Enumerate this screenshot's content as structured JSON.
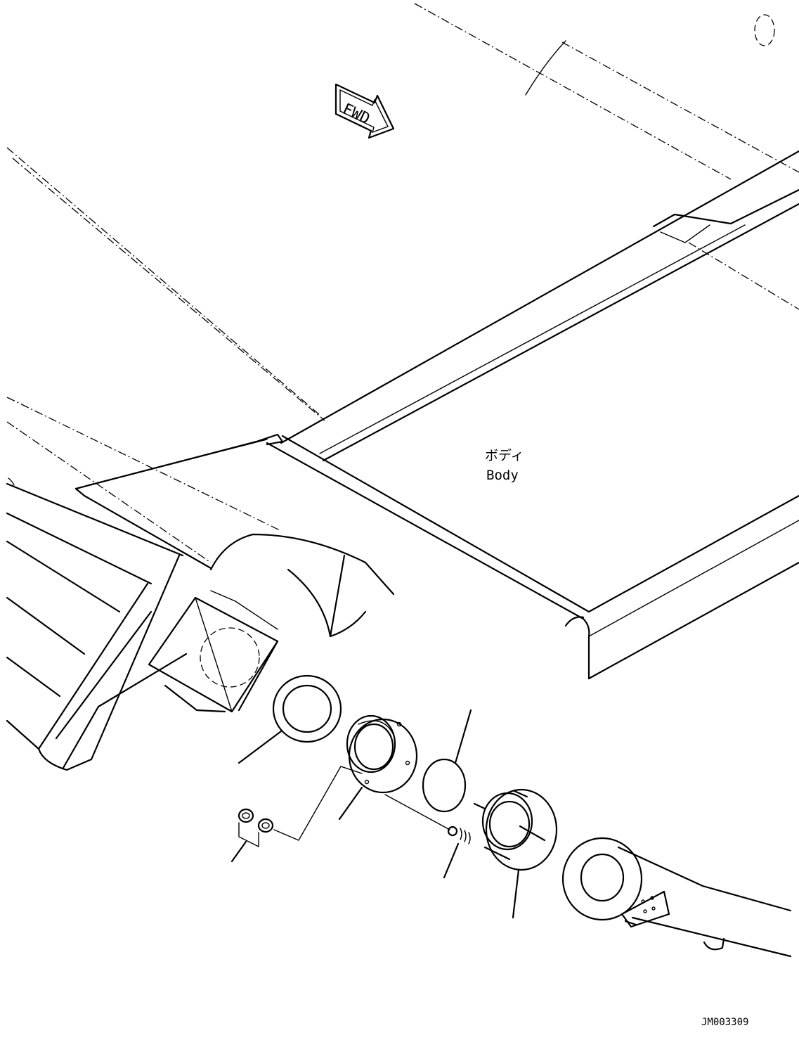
{
  "labels": {
    "fwd": "FWD",
    "body_jp": "ボディ",
    "body_en": "Body",
    "drawing_code": "JM003309"
  },
  "colors": {
    "line": "#000000",
    "background": "#ffffff"
  }
}
